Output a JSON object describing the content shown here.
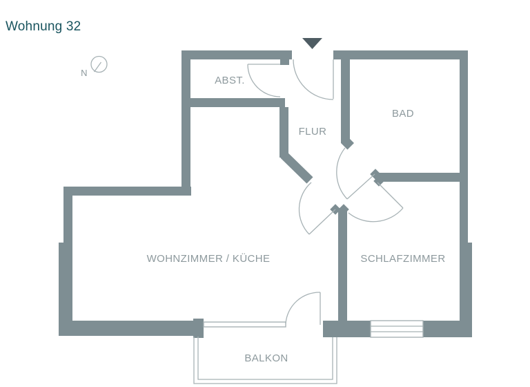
{
  "title": "Wohnung 32",
  "compass": {
    "label": "N"
  },
  "rooms": [
    {
      "id": "abst",
      "label": "ABST."
    },
    {
      "id": "flur",
      "label": "FLUR"
    },
    {
      "id": "bad",
      "label": "BAD"
    },
    {
      "id": "wohnzimmer",
      "label": "WOHNZIMMER / KÜCHE"
    },
    {
      "id": "schlafzimmer",
      "label": "SCHLAFZIMMER"
    },
    {
      "id": "balkon",
      "label": "BALKON"
    }
  ],
  "colors": {
    "background": "#ffffff",
    "wall": "#7e8e93",
    "line": "#a7b2b5",
    "label": "#8d999d",
    "title": "#19545e",
    "triangle": "#4e5c63"
  }
}
